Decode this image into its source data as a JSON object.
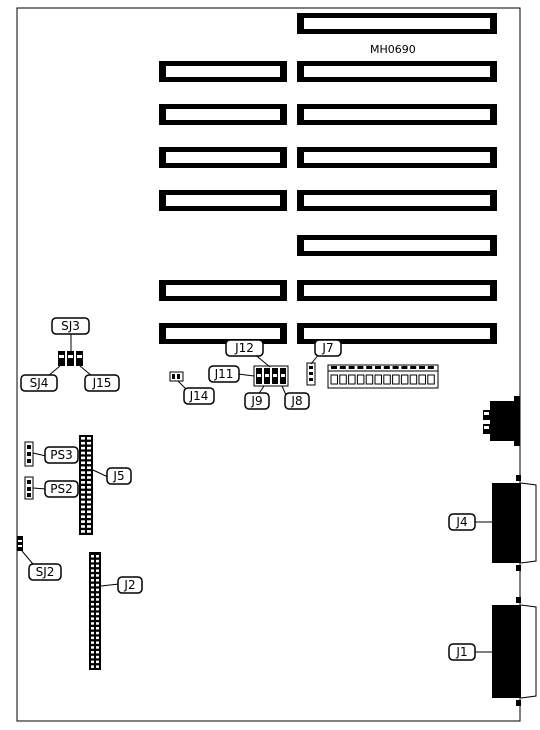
{
  "board": {
    "model": "MH0690"
  },
  "slots": {
    "left": [
      "",
      "",
      "",
      "",
      "",
      ""
    ],
    "right": [
      "",
      "",
      "",
      "",
      "",
      "",
      "",
      ""
    ]
  },
  "callouts": {
    "sj3": "SJ3",
    "sj4": "SJ4",
    "j15": "J15",
    "j12": "J12",
    "j7": "J7",
    "j11": "J11",
    "j14": "J14",
    "j9": "J9",
    "j8": "J8",
    "ps3": "PS3",
    "ps2": "PS2",
    "j5": "J5",
    "sj2": "SJ2",
    "j2": "J2",
    "j4": "J4",
    "j1": "J1"
  },
  "colors": {
    "ink": "#000000",
    "paper": "#ffffff"
  }
}
